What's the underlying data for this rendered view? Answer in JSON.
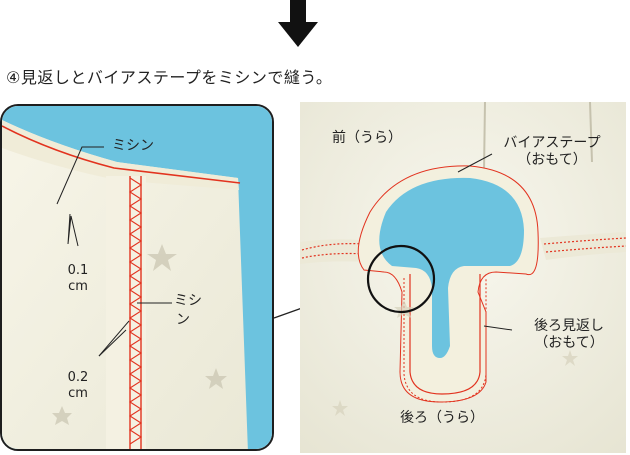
{
  "step": {
    "title": "④見返しとバイアステープをミシンで縫う。"
  },
  "detail_photo": {
    "labels": {
      "machine_stitch_1": "ミシン",
      "seam_1_value": "0.1",
      "seam_1_unit": "cm",
      "machine_stitch_2_line1": "ミシ",
      "machine_stitch_2_line2": "ン",
      "seam_2_value": "0.2",
      "seam_2_unit": "cm"
    }
  },
  "main_photo": {
    "labels": {
      "front": "前（うら）",
      "bias_tape_line1": "バイアステープ",
      "bias_tape_line2": "（おもて）",
      "back_facing_line1": "後ろ見返し",
      "back_facing_line2": "（おもて）",
      "back": "後ろ（うら）"
    }
  },
  "colors": {
    "background_blue": "#6cc3df",
    "fabric_cream": "#f5f3e4",
    "stitch_red": "#e2331f",
    "outline": "#1e1e1e"
  }
}
